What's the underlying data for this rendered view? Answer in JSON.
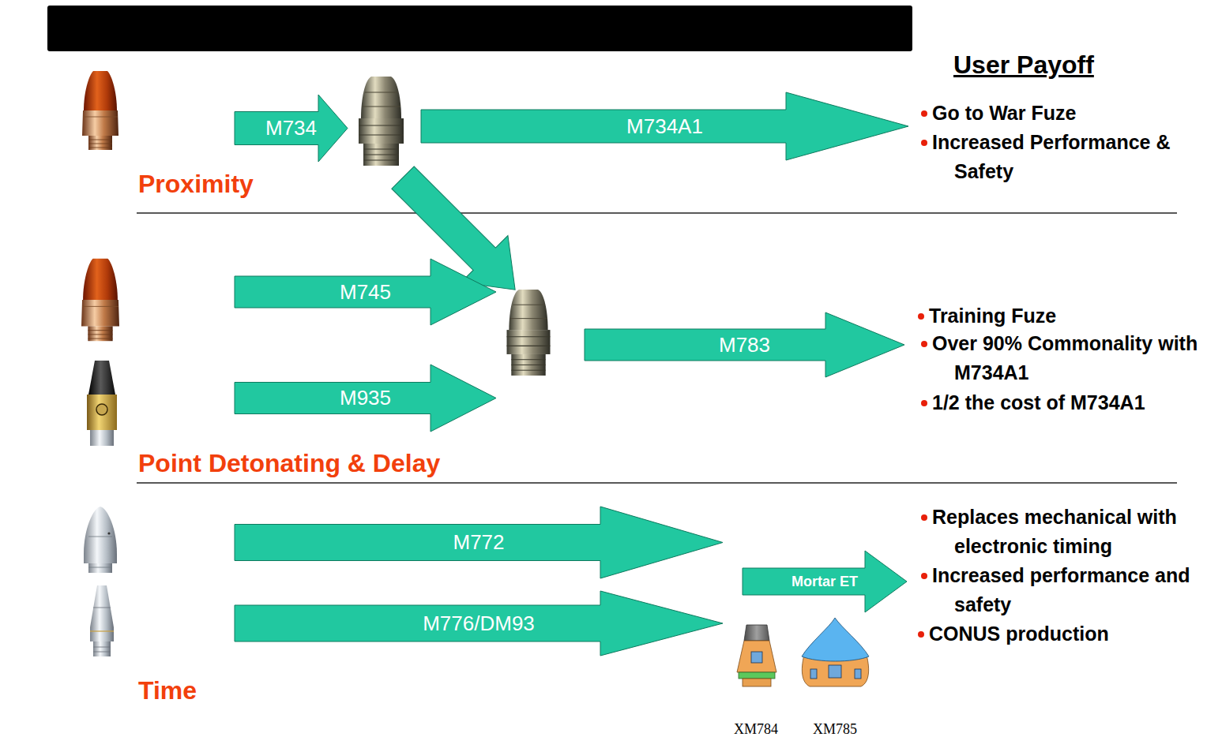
{
  "diagram": {
    "nodes": [
      {
        "text": [
          "M734"
        ]
      },
      {
        "text": [
          "M734A1"
        ]
      },
      {
        "text": [
          "M745"
        ]
      },
      {
        "text": [
          "M935"
        ]
      },
      {
        "text": [
          "M783"
        ]
      },
      {
        "text": [
          "M772"
        ]
      },
      {
        "text": [
          "M776/DM93"
        ]
      },
      {
        "text": [
          "Mortar ET"
        ]
      }
    ],
    "labels": [
      "User Payoff",
      "Proximity",
      "Go to War Fuze",
      "Increased Performance & Safety",
      "Point Detonating & Delay",
      "Training Fuze",
      "Over 90% Commonality with M734A1",
      "1/2 the cost of M734A1",
      "Time",
      "Replaces mechanical with electronic timing",
      "Increased performance and safety",
      "CONUS production",
      "XM784",
      "XM785"
    ]
  }
}
